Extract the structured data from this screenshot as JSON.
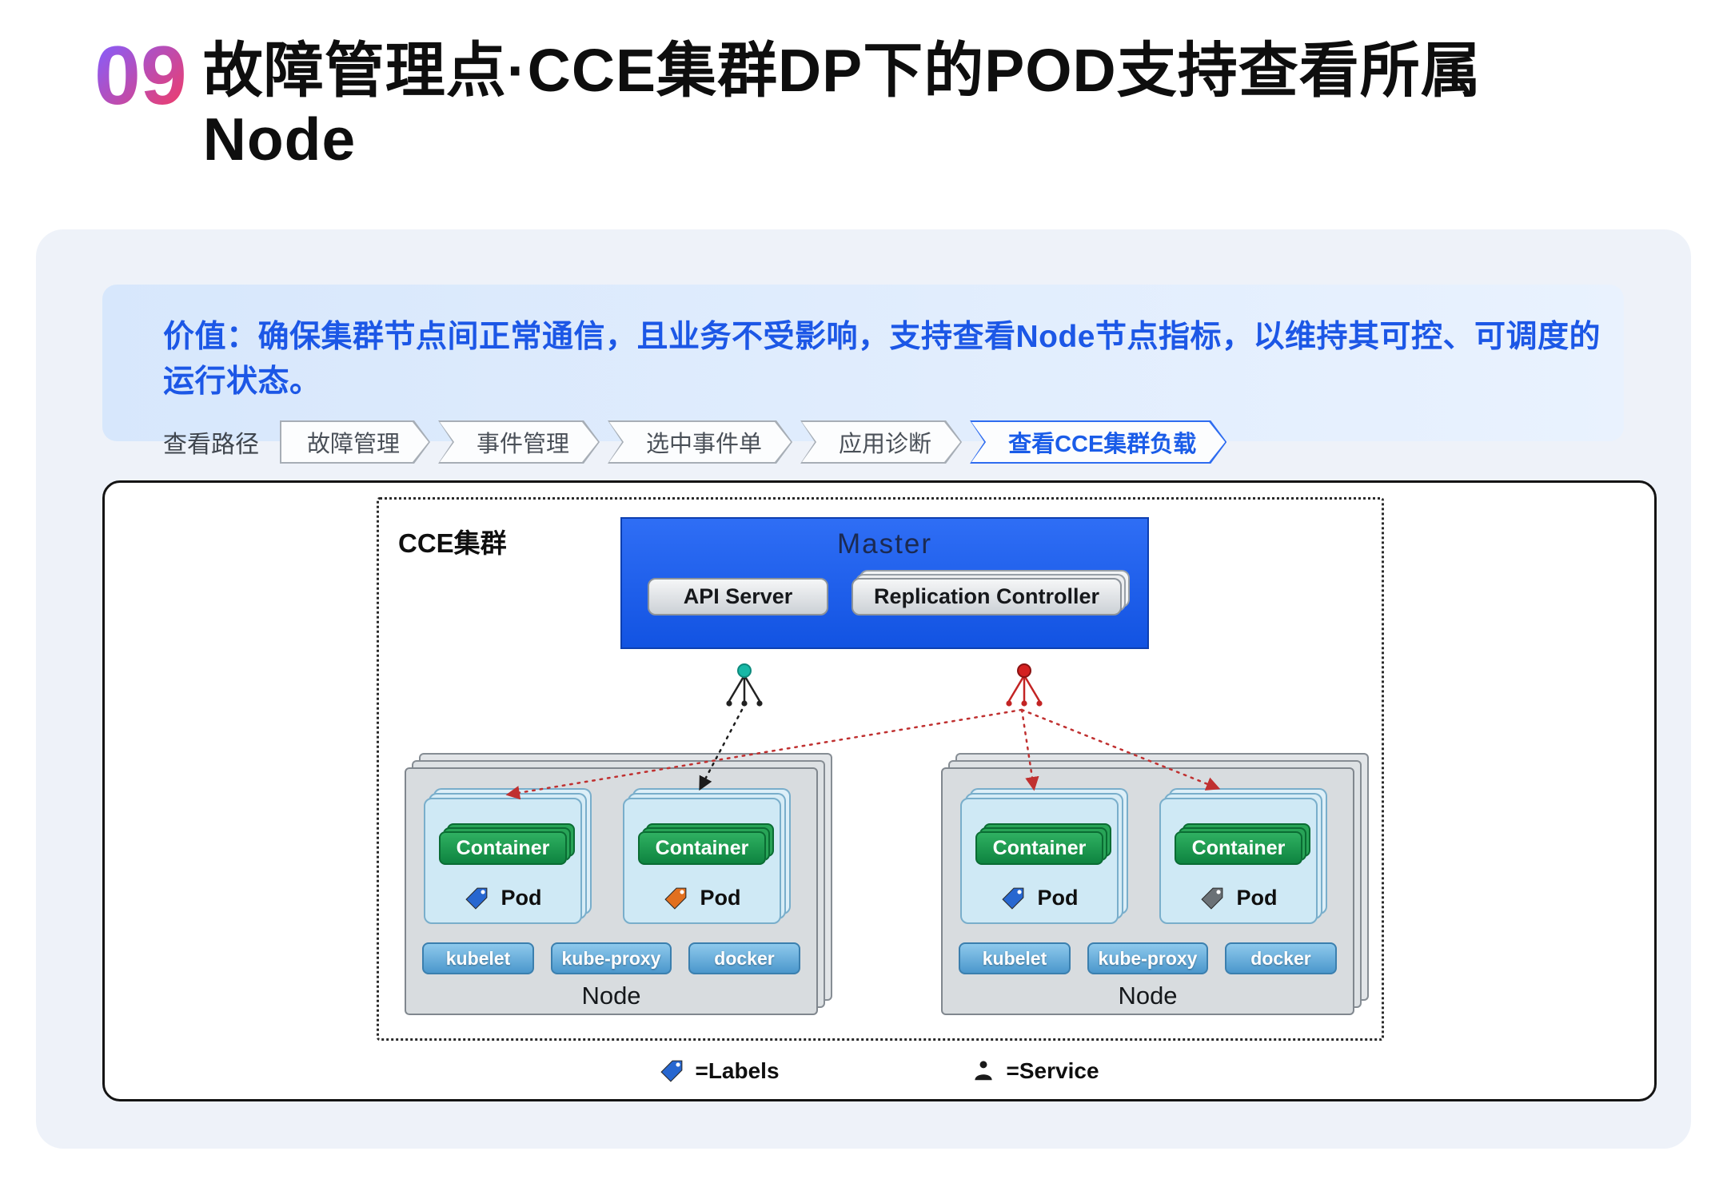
{
  "header": {
    "number": "09",
    "title_line1": "故障管理点·CCE集群DP下的POD支持查看所属",
    "title_line2": "Node"
  },
  "banner": {
    "value_text": "价值：确保集群节点间正常通信，且业务不受影响，支持查看Node节点指标，以维持其可控、可调度的运行状态。",
    "path_label": "查看路径",
    "steps": [
      {
        "label": "故障管理",
        "active": false
      },
      {
        "label": "事件管理",
        "active": false
      },
      {
        "label": "选中事件单",
        "active": false
      },
      {
        "label": "应用诊断",
        "active": false
      },
      {
        "label": "查看CCE集群负载",
        "active": true
      }
    ]
  },
  "diagram": {
    "cluster_label": "CCE集群",
    "master": {
      "title": "Master",
      "api_server_label": "API Server",
      "replication_controller_label": "Replication Controller"
    },
    "nodes": [
      {
        "label": "Node",
        "pods": [
          {
            "container_label": "Container",
            "pod_label": "Pod",
            "tag_color": "blue"
          },
          {
            "container_label": "Container",
            "pod_label": "Pod",
            "tag_color": "orange"
          }
        ],
        "services": [
          "kubelet",
          "kube-proxy",
          "docker"
        ]
      },
      {
        "label": "Node",
        "pods": [
          {
            "container_label": "Container",
            "pod_label": "Pod",
            "tag_color": "blue"
          },
          {
            "container_label": "Container",
            "pod_label": "Pod",
            "tag_color": "gray"
          }
        ],
        "services": [
          "kubelet",
          "kube-proxy",
          "docker"
        ]
      }
    ],
    "legend": {
      "labels_text": "=Labels",
      "service_text": "=Service"
    }
  },
  "colors": {
    "accent_blue": "#1a5ce8",
    "master_blue": "#1e62ee",
    "container_green": "#169549",
    "service_button_blue": "#5aa7dc",
    "node_gray": "#d8dcdf",
    "pod_blue": "#cfe9f5",
    "tag_blue": "#2767d0",
    "tag_orange": "#e2701f",
    "tag_gray": "#6b7176",
    "hub_teal": "#17b8a6",
    "hub_red": "#d42020"
  }
}
